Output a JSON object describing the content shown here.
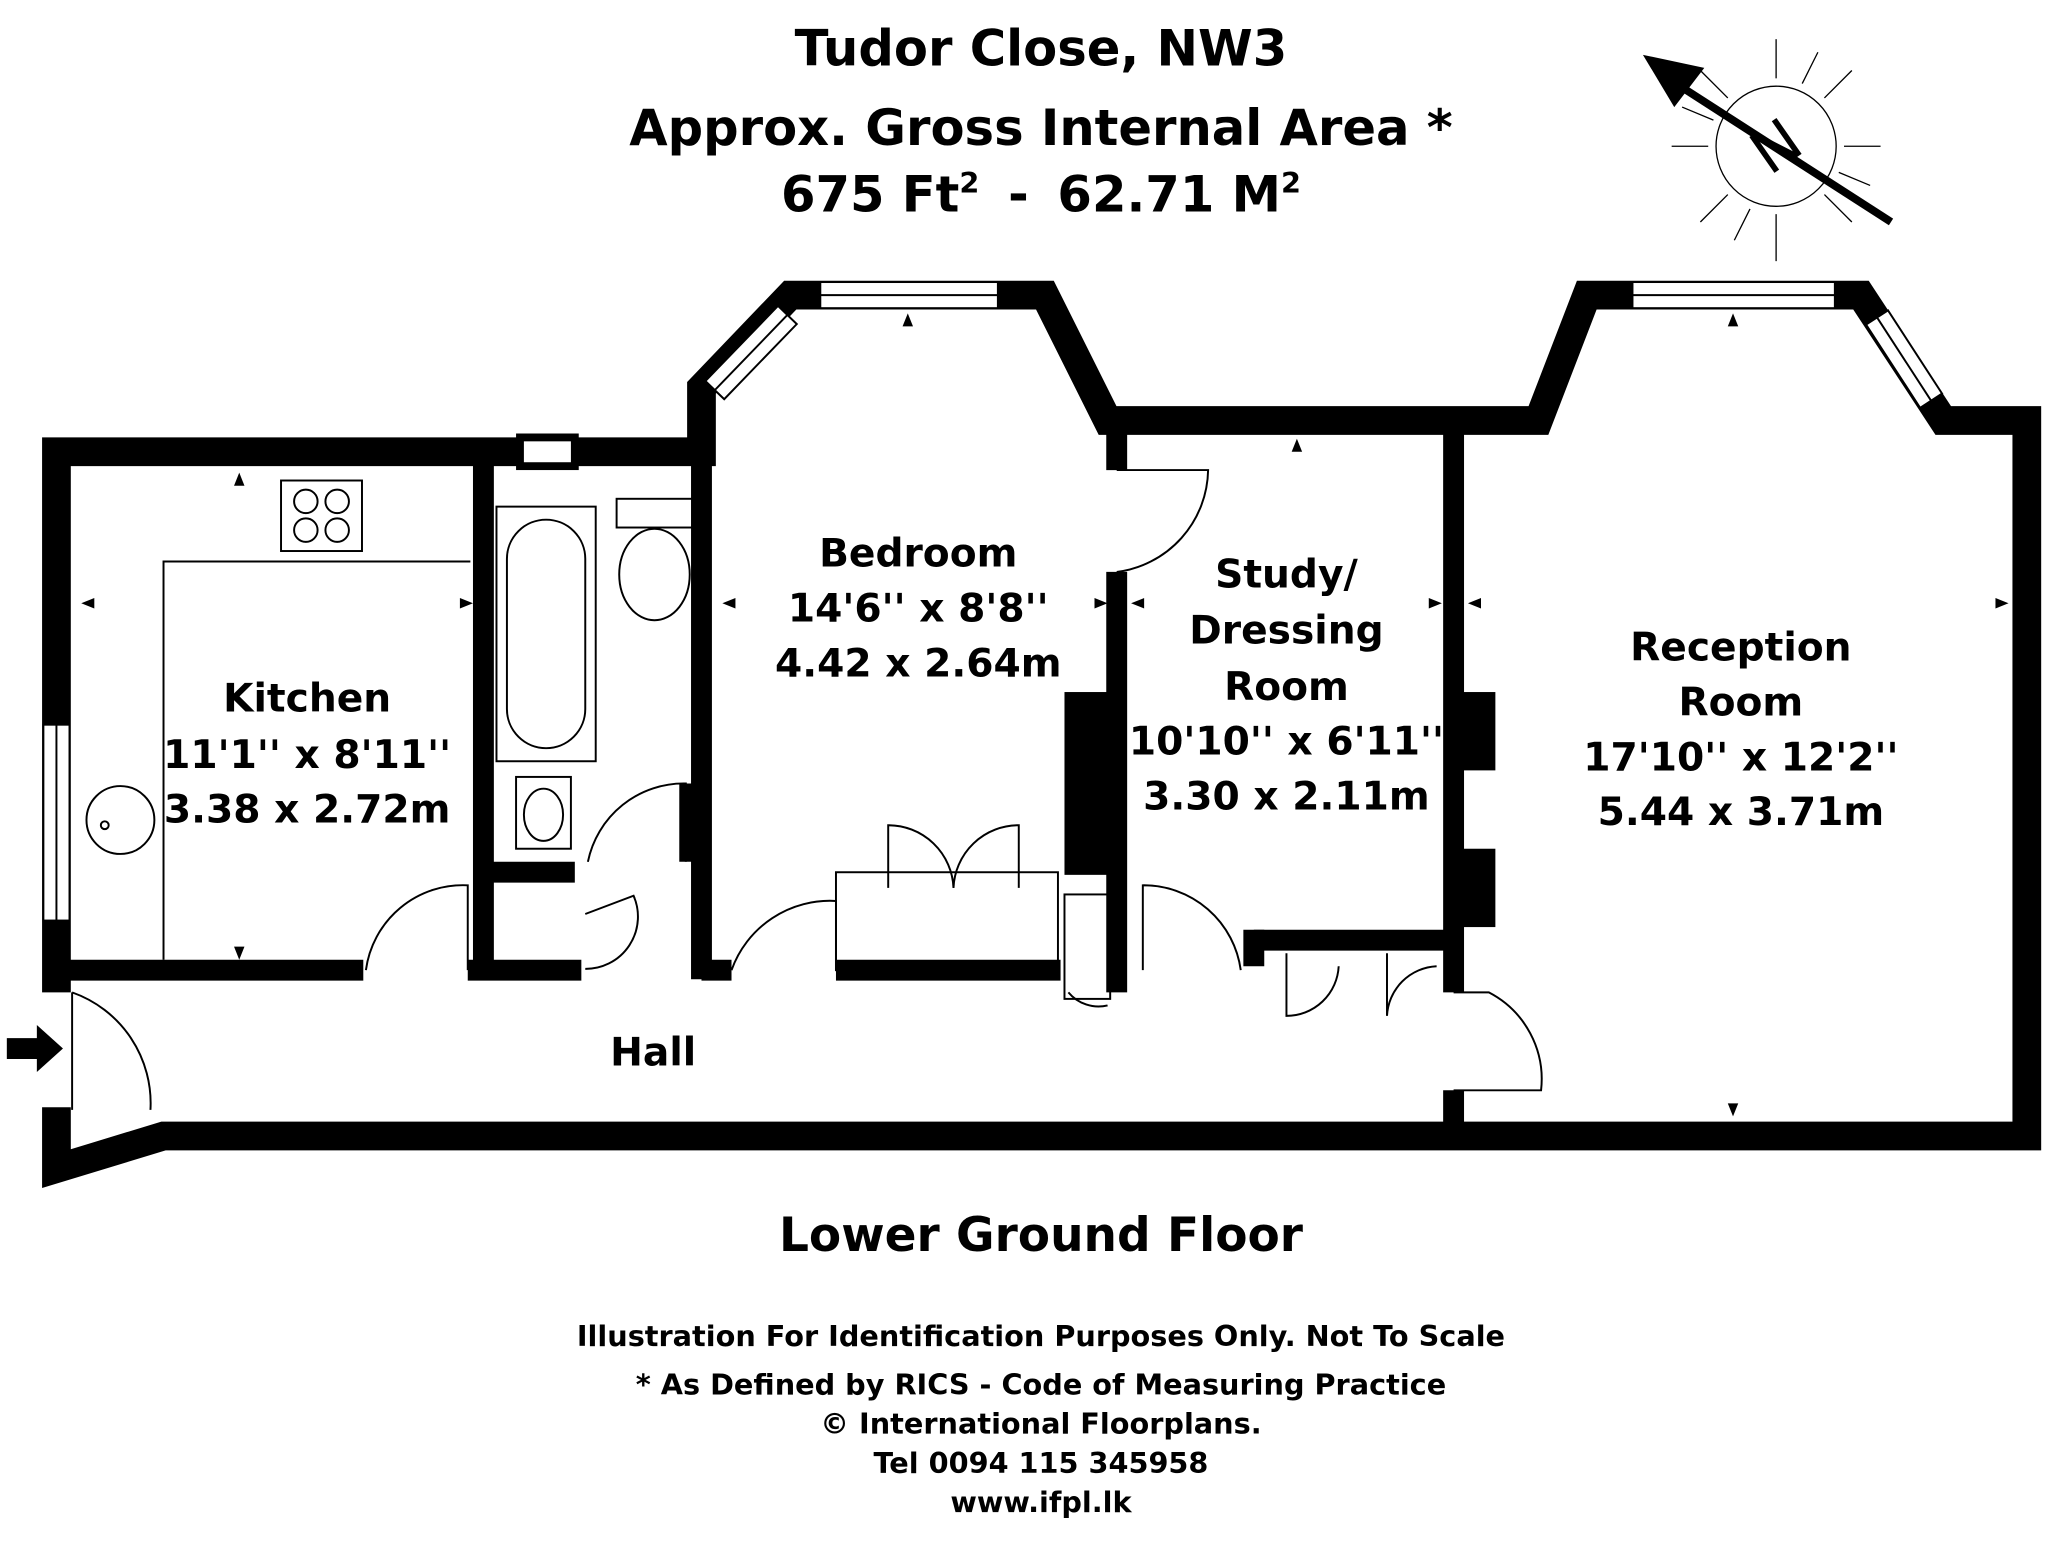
{
  "header": {
    "title": "Tudor Close, NW3",
    "area_label": "Approx. Gross Internal Area *",
    "area_sqft": "675 Ft",
    "area_sqm": "62.71 M",
    "superscript": "2",
    "separator": "-"
  },
  "compass": {
    "letter": "N"
  },
  "rooms": {
    "kitchen": {
      "lines": [
        "Kitchen",
        "11'1'' x 8'11''",
        "3.38 x 2.72m"
      ]
    },
    "bedroom": {
      "lines": [
        "Bedroom",
        "14'6'' x 8'8''",
        "4.42 x 2.64m"
      ]
    },
    "study": {
      "lines": [
        "Study/",
        "Dressing",
        "Room",
        "10'10'' x 6'11''",
        "3.30 x 2.11m"
      ]
    },
    "reception": {
      "lines": [
        "Reception",
        "Room",
        "17'10'' x 12'2''",
        "5.44 x 3.71m"
      ]
    },
    "hall": {
      "lines": [
        "Hall"
      ]
    }
  },
  "floor_label": "Lower Ground Floor",
  "footer": [
    "Illustration For Identification Purposes Only. Not To Scale",
    "* As Defined by RICS - Code of Measuring Practice",
    "© International Floorplans.",
    "Tel 0094 115 345958",
    "www.ifpl.lk"
  ]
}
